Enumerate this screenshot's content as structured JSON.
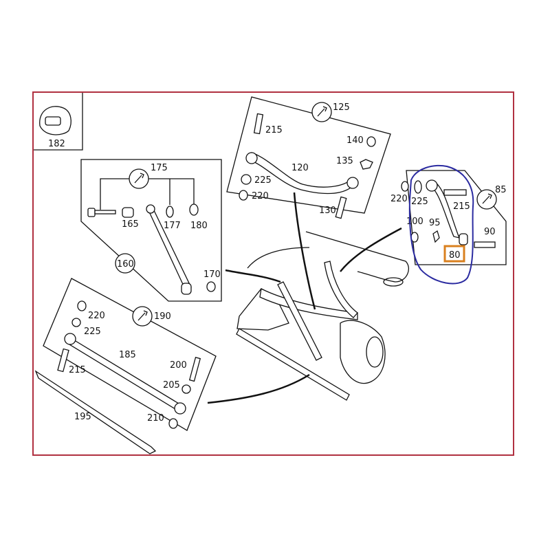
{
  "diagram": {
    "title": "Rear axle control arms exploded parts diagram",
    "frame_color": "#b03040",
    "annotation_color": "#2a2aa0",
    "highlight_color": "#d9801f",
    "highlighted_part": "80",
    "groups": {
      "clip": {
        "parts": [
          "182"
        ]
      },
      "tie_rod_group": {
        "wrench_ref": "175",
        "circle_ref": "160",
        "parts": [
          "165",
          "177",
          "180",
          "170"
        ]
      },
      "camber_strut_group": {
        "wrench_ref": "125",
        "parts": [
          "215",
          "140",
          "135",
          "120",
          "225",
          "220",
          "130"
        ]
      },
      "upper_arm_group": {
        "wrench_ref": "85",
        "parts": [
          "220",
          "225",
          "215",
          "100",
          "95",
          "90",
          "80"
        ]
      },
      "spring_link_group": {
        "wrench_ref": "190",
        "parts": [
          "220",
          "225",
          "185",
          "215",
          "200",
          "205",
          "210",
          "195"
        ]
      }
    },
    "labels": {
      "l182": "182",
      "l175": "175",
      "l165": "165",
      "l177": "177",
      "l180": "180",
      "l160": "160",
      "l170": "170",
      "l125": "125",
      "l215a": "215",
      "l140": "140",
      "l135": "135",
      "l120": "120",
      "l225a": "225",
      "l220a": "220",
      "l130": "130",
      "l85": "85",
      "l220b": "220",
      "l225b": "225",
      "l215b": "215",
      "l100": "100",
      "l95": "95",
      "l90": "90",
      "l80": "80",
      "l190": "190",
      "l220c": "220",
      "l225c": "225",
      "l185": "185",
      "l215c": "215",
      "l200": "200",
      "l205": "205",
      "l210": "210",
      "l195": "195"
    }
  }
}
